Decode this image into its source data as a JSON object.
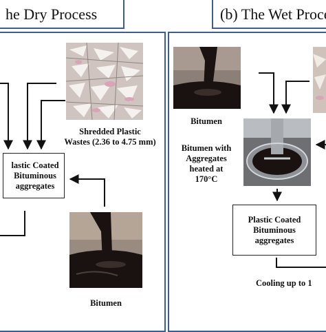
{
  "dry": {
    "title": "he Dry Process",
    "shredded_label": "Shredded Plastic\nWastes (2.36 to 4.75 mm)",
    "coated_box": "lastic Coated\nBituminous\naggregates",
    "bitumen_label": "Bitumen"
  },
  "wet": {
    "title": "(b) The Wet Process",
    "bitumen_label": "Bitumen",
    "heated_label": "Bitumen with\nAggregates\nheated at\n170°C",
    "coated_box": "Plastic Coated\nBituminous\naggregates",
    "cooling_label": "Cooling up to 1"
  },
  "colors": {
    "panel_border": "#3a5f8f",
    "bitumen": "#1a1210"
  }
}
